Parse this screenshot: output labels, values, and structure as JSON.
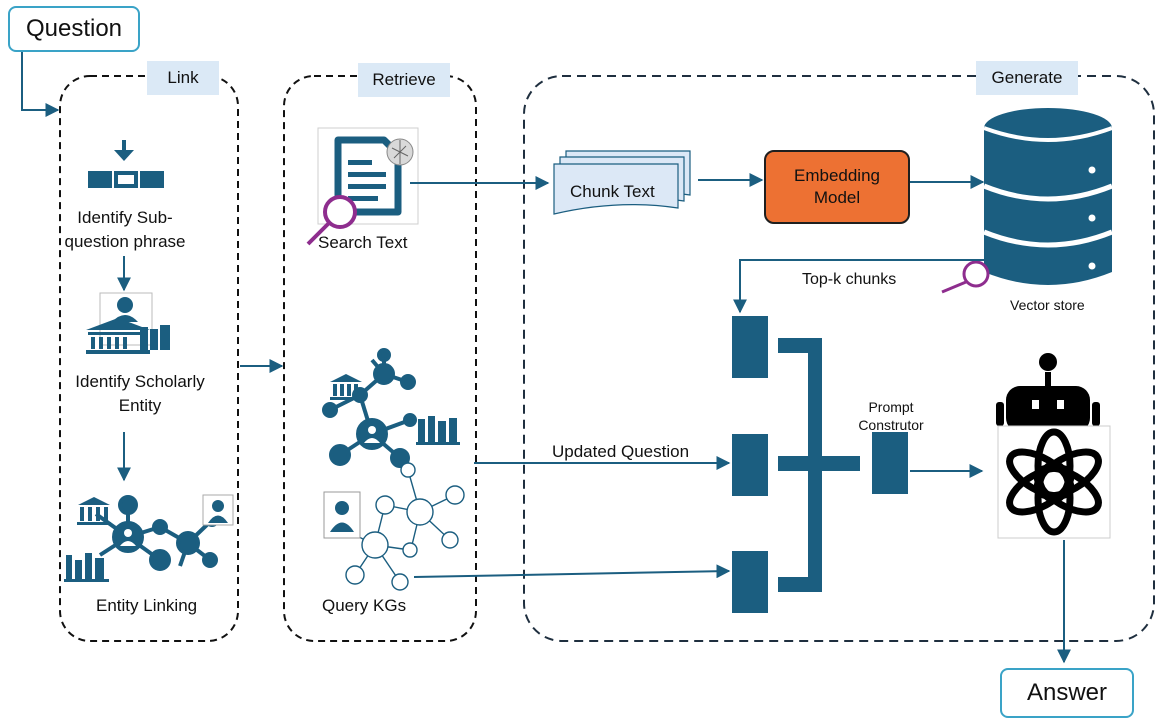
{
  "question_label": "Question",
  "answer_label": "Answer",
  "stages": {
    "link": "Link",
    "retrieve": "Retrieve",
    "generate": "Generate"
  },
  "link_steps": {
    "identify_subquestion_line1": "Identify Sub-",
    "identify_subquestion_line2": "question phrase",
    "identify_entity_line1": "Identify Scholarly",
    "identify_entity_line2": "Entity",
    "entity_linking": "Entity Linking"
  },
  "retrieve_steps": {
    "search_text": "Search Text",
    "query_kgs": "Query KGs"
  },
  "generate_steps": {
    "chunk_text": "Chunk Text",
    "embedding_line1": "Embedding",
    "embedding_line2": "Model",
    "vector_store": "Vector store",
    "top_k": "Top-k chunks",
    "prompt_line1": "Prompt",
    "prompt_line2": "Construtor",
    "updated_question": "Updated Question"
  },
  "colors": {
    "primary": "#1b5e80",
    "io_border": "#3aa3c7",
    "tab_fill": "#dbe9f6",
    "embedding_fill": "#ed7133",
    "magnifier": "#8e2d8e"
  },
  "icons": [
    "download-icon",
    "library-icon",
    "knowledge-graph-icon",
    "wikipedia-document-icon",
    "magnifier-icon",
    "database-icon",
    "robot-icon",
    "openai-logo-icon",
    "person-portrait-icon"
  ]
}
